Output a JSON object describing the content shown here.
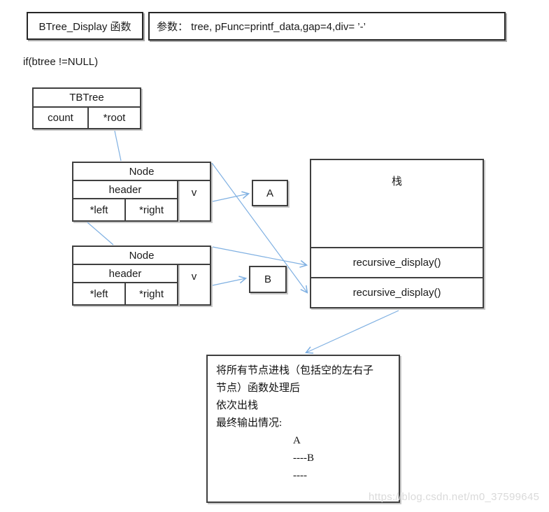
{
  "title_box": {
    "label": "BTree_Display 函数"
  },
  "params_box": {
    "label": "参数： tree, pFunc=printf_data,gap=4,div= ’-’"
  },
  "condition_text": "if(btree !=NULL)",
  "tbtree": {
    "title": "TBTree",
    "count_label": "count",
    "root_label": "*root"
  },
  "nodes": [
    {
      "title": "Node",
      "header_label": "header",
      "value_label": "v",
      "left_label": "*left",
      "right_label": "*right"
    },
    {
      "title": "Node",
      "header_label": "header",
      "value_label": "v",
      "left_label": "*left",
      "right_label": "*right"
    }
  ],
  "values": {
    "a": "A",
    "b": "B"
  },
  "stack": {
    "title": "栈",
    "rows": [
      "recursive_display()",
      "recursive_display()"
    ]
  },
  "note": {
    "line1": "将所有节点进栈（包括空的左右子",
    "line2": "节点）函数处理后",
    "line3": "依次出栈",
    "line4": "最终输出情况:",
    "out1": "A",
    "out2": "----B",
    "out3": "----"
  },
  "watermark": "https://blog.csdn.net/m0_37599645",
  "colors": {
    "connector": "#7fb0e2",
    "border": "#3f3f3f",
    "text": "#1a1a1a",
    "watermark": "#dadada"
  }
}
